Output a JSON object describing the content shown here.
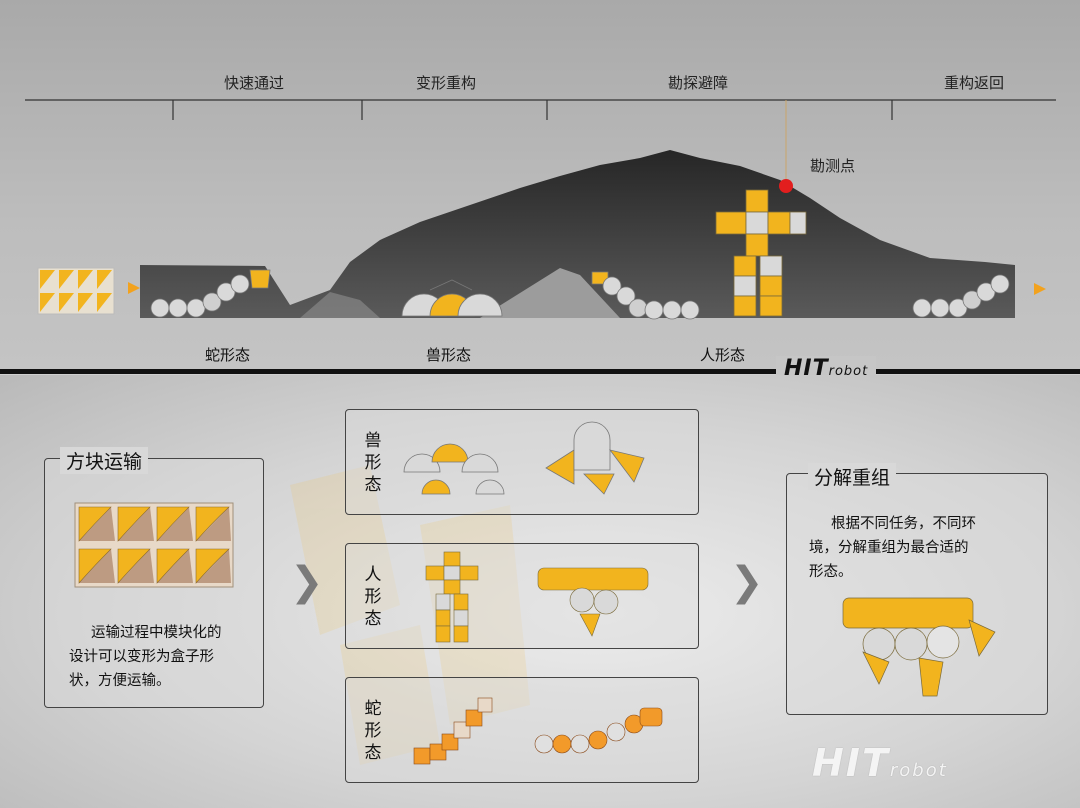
{
  "stages": [
    "快速通过",
    "变形重构",
    "勘探避障",
    "重构返回"
  ],
  "survey_point": "勘测点",
  "forms": {
    "snake": "蛇形态",
    "beast": "兽形态",
    "human": "人形态"
  },
  "brand": "HIT robot",
  "panels": {
    "transport": {
      "title": "方块运输",
      "text_lines": [
        "运输过程中模块化的",
        "设计可以变形为盒子形",
        "状，方便运输。"
      ]
    },
    "beast": {
      "label": [
        "兽",
        "形",
        "态"
      ]
    },
    "human": {
      "label": [
        "人",
        "形",
        "态"
      ]
    },
    "snake": {
      "label": [
        "蛇",
        "形",
        "态"
      ]
    },
    "recombine": {
      "title": "分解重组",
      "text_lines": [
        "根据不同任务，不同环",
        "境，分解重组为最合适的",
        "形态。"
      ]
    }
  },
  "colors": {
    "module_yellow": "#f2b41e",
    "module_grey": "#d9d9d9",
    "terrain": "#3a3a3a",
    "survey_dot": "#e21e1e"
  }
}
